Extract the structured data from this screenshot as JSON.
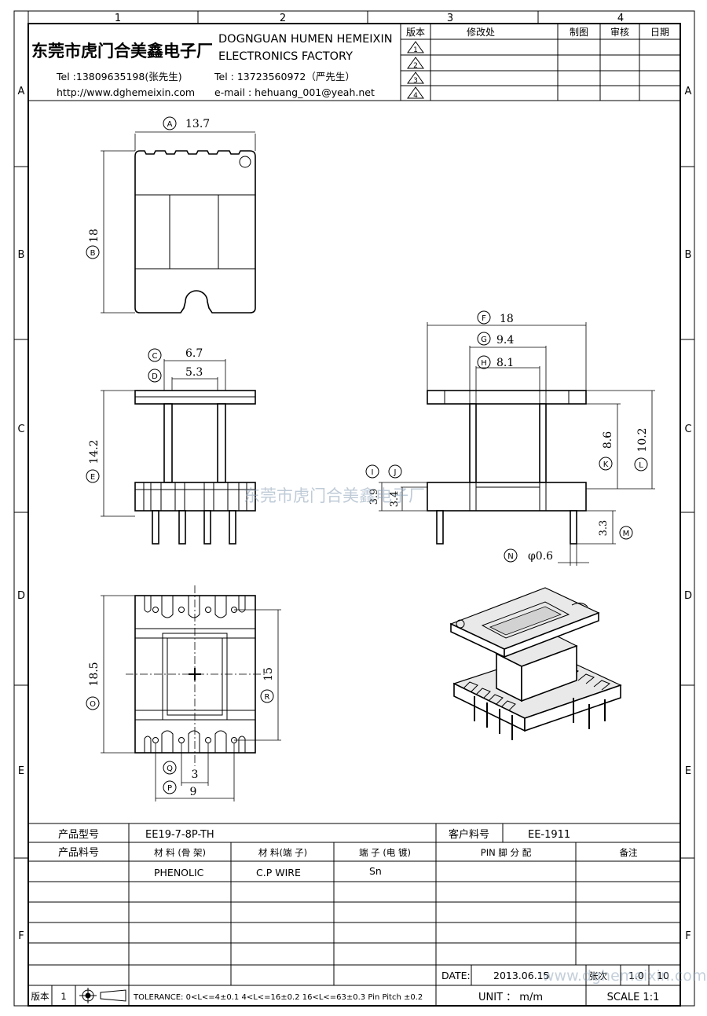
{
  "frame": {
    "col_numbers": [
      "1",
      "2",
      "3",
      "4"
    ],
    "row_letters": [
      "A",
      "B",
      "C",
      "D",
      "E",
      "F"
    ]
  },
  "header": {
    "company_cn": "东莞市虎门合美鑫电子厂",
    "company_en_line1": "DOGNGUAN HUMEN HEMEIXIN",
    "company_en_line2": "ELECTRONICS FACTORY",
    "tel1": "Tel :13809635198(张先生)",
    "tel2": "Tel : 13723560972（严先生）",
    "website": "http://www.dghemeixin.com",
    "email": "e-mail : hehuang_001@yeah.net"
  },
  "revision_table": {
    "headers": [
      "版本",
      "修改处",
      "制图",
      "审核",
      "日期"
    ],
    "rows": [
      "1",
      "2",
      "3",
      "4"
    ]
  },
  "dimensions": {
    "top_view": {
      "A": "13.7",
      "B": "18"
    },
    "front_view": {
      "C": "6.7",
      "D": "5.3",
      "E": "14.2"
    },
    "side_view": {
      "F": "18",
      "G": "9.4",
      "H": "8.1",
      "I": "3.9",
      "J": "3.4",
      "K": "8.6",
      "L": "10.2",
      "M": "3.3",
      "N": "φ0.6"
    },
    "bottom_view": {
      "O": "18.5",
      "R": "15",
      "Q": "3",
      "P": "9"
    }
  },
  "dim_letters": {
    "A": "A",
    "B": "B",
    "C": "C",
    "D": "D",
    "E": "E",
    "F": "F",
    "G": "G",
    "H": "H",
    "I": "I",
    "J": "J",
    "K": "K",
    "L": "L",
    "M": "M",
    "N": "N",
    "O": "O",
    "P": "P",
    "Q": "Q",
    "R": "R"
  },
  "watermark": "东莞市虎门合美鑫电子厂",
  "spec_table": {
    "product_model_label": "产品型号",
    "product_model_value": "EE19-7-8P-TH",
    "customer_code_label": "客户料号",
    "customer_code_value": "EE-1911",
    "product_code_label": "产品料号",
    "material_bobbin_label": "材 料 (骨 架)",
    "material_pin_label": "材 料(端 子)",
    "terminal_plating_label": "端 子 (电 镀)",
    "pin_assignment_label": "PIN 脚 分 配",
    "remarks_label": "备注",
    "material_bobbin_value": "PHENOLIC",
    "material_pin_value": "C.P WIRE",
    "terminal_plating_value": "Sn"
  },
  "footer": {
    "version_label": "版本",
    "version_value": "1",
    "tolerance": "TOLERANCE: 0<L<=4±0.1  4<L<=16±0.2  16<L<=63±0.3  Pin Pitch  ±0.2",
    "date_label": "DATE:",
    "date_value": "2013.06.15",
    "sheet_label": "张次",
    "sheet_value": "1.0",
    "sheet_of": "10",
    "watermark_url": "www.dghemeixin.com",
    "unit": "UNIT ： m/m",
    "scale": "SCALE    1:1"
  }
}
